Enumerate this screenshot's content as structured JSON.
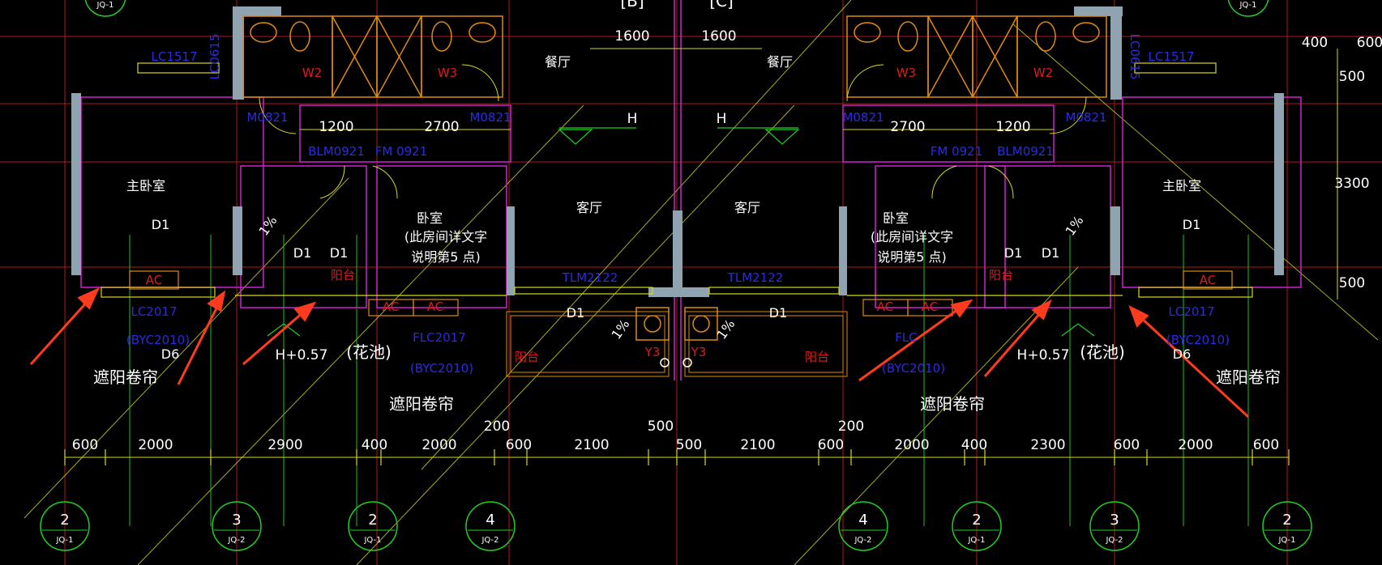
{
  "rooms": {
    "master_bedroom": "主卧室",
    "dining": "餐厅",
    "living": "客厅",
    "bedroom": "卧室",
    "bedroom_note1": "(此房间详文字",
    "bedroom_note2": "说明第5 点)",
    "balcony": "阳台",
    "flower_bed": "(花池)",
    "sunshade": "遮阳卷帘"
  },
  "tags": {
    "w2": "W2",
    "w3": "W3",
    "m0821": "M0821",
    "blm0921": "BLM0921",
    "fm": "FM 0921",
    "lc1517": "LC1517",
    "lc2017": "LC2017",
    "byc2010": "(BYC2010)",
    "flc2017": "FLC2017",
    "flc_short": "FLC",
    "tlm2122": "TLM2122",
    "lc0615": "LC0615",
    "d1": "D1",
    "d6": "D6",
    "y3": "Y3",
    "h": "H",
    "h057": "H+0.57",
    "slope": "1%",
    "ac": "AC"
  },
  "top_axes": {
    "b": "[B]",
    "c": "[C]"
  },
  "dims": {
    "top": [
      "1600",
      "1600"
    ],
    "room_left": [
      "1200",
      "2700"
    ],
    "room_right": [
      "2700",
      "1200"
    ],
    "right_side": [
      "400",
      "600",
      "500",
      "3300",
      "500"
    ],
    "bottom_row": [
      "600",
      "2000",
      "2900",
      "400",
      "2000",
      "200",
      "600",
      "2100",
      "500",
      "500",
      "2100",
      "600",
      "200",
      "2000",
      "400",
      "2300",
      "600",
      "2000",
      "600"
    ]
  },
  "axis_bubbles": [
    {
      "num": "2",
      "sub": "JQ-1"
    },
    {
      "num": "3",
      "sub": "JQ-2"
    },
    {
      "num": "2",
      "sub": "JQ-1"
    },
    {
      "num": "4",
      "sub": "JQ-2"
    },
    {
      "num": "4",
      "sub": "JQ-2"
    },
    {
      "num": "2",
      "sub": "JQ-1"
    },
    {
      "num": "3",
      "sub": "JQ-2"
    },
    {
      "num": "2",
      "sub": "JQ-1"
    }
  ],
  "top_bubbles": [
    {
      "sub": "JQ-1"
    },
    {
      "sub": "JQ-1"
    }
  ],
  "colors": {
    "wall": "#8fa3b0",
    "magenta": "#d020d0",
    "cyan": "#20c8d0",
    "yellow": "#d8d820",
    "green": "#20d020",
    "orange": "#e08a10",
    "red_axis": "#c01818",
    "arrow": "#ff3b1f"
  }
}
